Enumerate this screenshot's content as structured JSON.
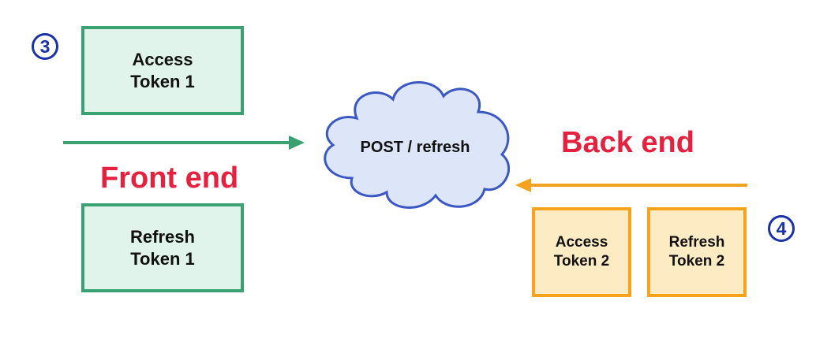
{
  "colors": {
    "green_border": "#3aa272",
    "green_fill": "#e1f4eb",
    "orange_border": "#f6a21c",
    "orange_fill": "#fdebc4",
    "cloud_border": "#3a57c4",
    "cloud_fill": "#dce6f8",
    "label_red": "#e5213f",
    "badge_blue": "#1a32a8"
  },
  "steps": {
    "three": "3",
    "four": "4"
  },
  "frontend": {
    "label": "Front end",
    "access_token": {
      "line1": "Access",
      "line2": "Token 1"
    },
    "refresh_token": {
      "line1": "Refresh",
      "line2": "Token 1"
    }
  },
  "endpoint": {
    "label": "POST / refresh",
    "icon": "cloud-icon"
  },
  "backend": {
    "label": "Back end",
    "access_token": {
      "line1": "Access",
      "line2": "Token 2"
    },
    "refresh_token": {
      "line1": "Refresh",
      "line2": "Token 2"
    }
  }
}
